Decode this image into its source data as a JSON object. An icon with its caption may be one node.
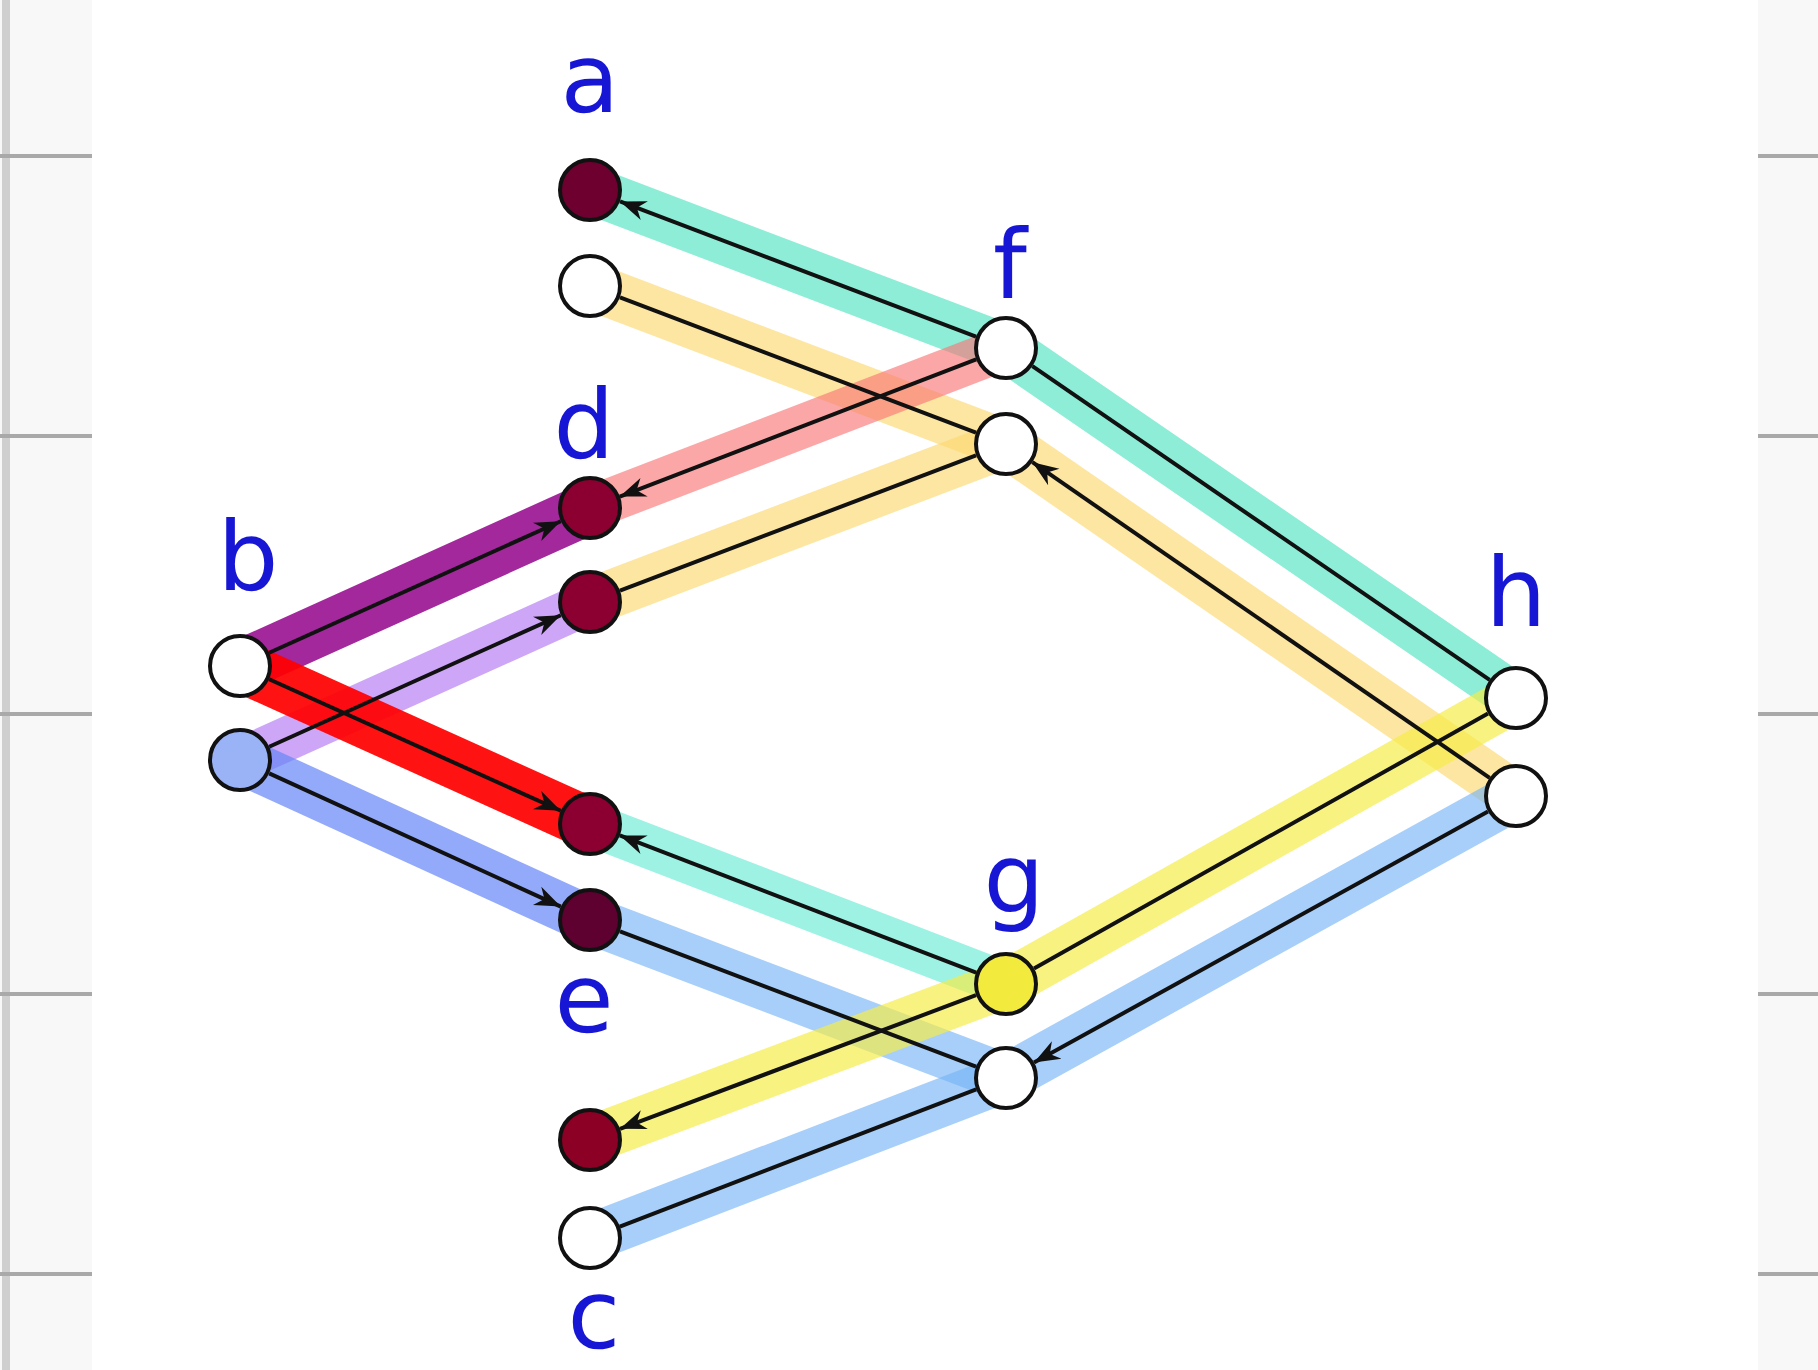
{
  "diagram": {
    "nodes": [
      {
        "text": [],
        "shape": "circle",
        "beside": [
          "b"
        ]
      },
      {
        "text": [],
        "shape": "circle"
      },
      {
        "text": [],
        "shape": "circle",
        "beside": [
          "a"
        ]
      },
      {
        "text": [],
        "shape": "circle"
      },
      {
        "text": [],
        "shape": "circle",
        "beside": [
          "d"
        ]
      },
      {
        "text": [],
        "shape": "circle"
      },
      {
        "text": [],
        "shape": "circle"
      },
      {
        "text": [],
        "shape": "circle",
        "beside": [
          "e"
        ]
      },
      {
        "text": [],
        "shape": "circle"
      },
      {
        "text": [],
        "shape": "circle",
        "beside": [
          "c"
        ]
      },
      {
        "text": [],
        "shape": "circle",
        "beside": [
          "f"
        ]
      },
      {
        "text": [],
        "shape": "circle"
      },
      {
        "text": [],
        "shape": "circle",
        "beside": [
          "g"
        ]
      },
      {
        "text": [],
        "shape": "circle"
      },
      {
        "text": [],
        "shape": "circle",
        "beside": [
          "h"
        ]
      },
      {
        "text": [],
        "shape": "circle"
      }
    ],
    "edges": [
      {
        "from": 10,
        "to": 2,
        "arrow": "to"
      },
      {
        "from": 10,
        "to": 14,
        "arrow": "none"
      },
      {
        "from": 3,
        "to": 11,
        "arrow": "none"
      },
      {
        "from": 10,
        "to": 4,
        "arrow": "to"
      },
      {
        "from": 5,
        "to": 11,
        "arrow": "none"
      },
      {
        "from": 15,
        "to": 11,
        "arrow": "to"
      },
      {
        "from": 0,
        "to": 4,
        "arrow": "to"
      },
      {
        "from": 1,
        "to": 5,
        "arrow": "to"
      },
      {
        "from": 0,
        "to": 6,
        "arrow": "to"
      },
      {
        "from": 1,
        "to": 7,
        "arrow": "to"
      },
      {
        "from": 12,
        "to": 6,
        "arrow": "to"
      },
      {
        "from": 7,
        "to": 13,
        "arrow": "none"
      },
      {
        "from": 12,
        "to": 8,
        "arrow": "to"
      },
      {
        "from": 9,
        "to": 13,
        "arrow": "none"
      },
      {
        "from": 12,
        "to": 14,
        "arrow": "none"
      },
      {
        "from": 15,
        "to": 13,
        "arrow": "to"
      }
    ]
  }
}
